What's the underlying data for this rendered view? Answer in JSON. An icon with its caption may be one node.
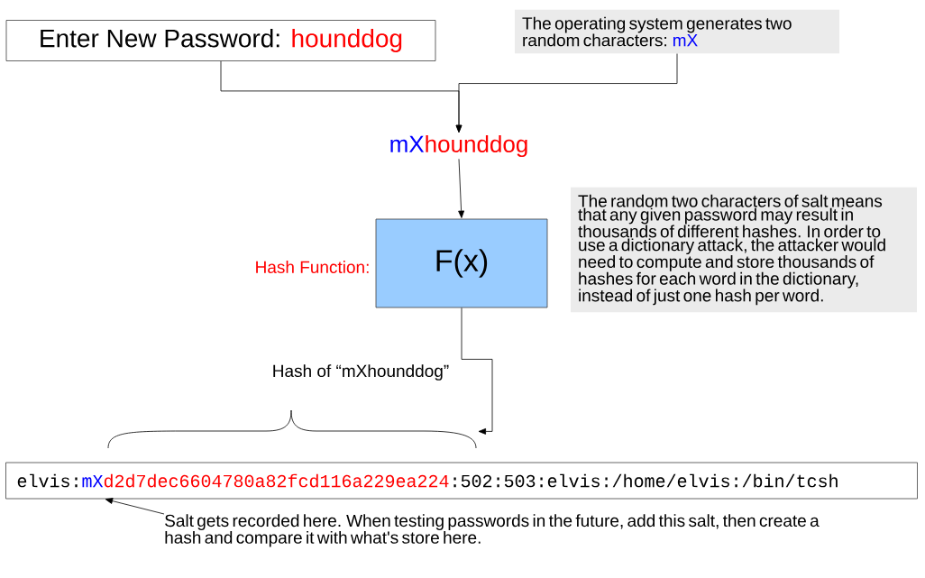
{
  "diagram": {
    "nodes": [
      {
        "text": [
          "Enter New Password:",
          "hounddog"
        ]
      },
      {
        "text": [
          "The operating system generates two random characters:",
          "mX"
        ]
      },
      {
        "text": [
          "mX",
          "hounddog"
        ]
      },
      {
        "text": [
          "The random two characters of salt means that any given password may result in thousands of different hashes.  In order to use a dictionary attack, the attacker would need to compute and store thousands of hashes for each word in the dictionary, instead of just one hash per word."
        ]
      },
      {
        "text": [
          "F(x)"
        ],
        "beside": [
          "Hash Function:"
        ]
      },
      {
        "text": [
          "elvis:",
          "mX",
          "d2d7dec6604780a82fcd116a229ea224",
          ":502:503:elvis:/home/elvis:/bin/tcsh"
        ]
      },
      {
        "text": [
          "Salt gets recorded here.  When testing passwords in the future, add this salt, then create a hash and compare it with what's store here."
        ]
      }
    ],
    "edges": [
      {
        "from": 0,
        "to": 2,
        "arrow": "to"
      },
      {
        "from": 1,
        "to": 2,
        "arrow": "to"
      },
      {
        "from": 2,
        "to": 4,
        "arrow": "to"
      },
      {
        "from": 4,
        "to": 5,
        "arrow": "to",
        "label": "Hash of “mXhounddog”"
      },
      {
        "from": 6,
        "to": 5,
        "arrow": "to"
      }
    ]
  }
}
